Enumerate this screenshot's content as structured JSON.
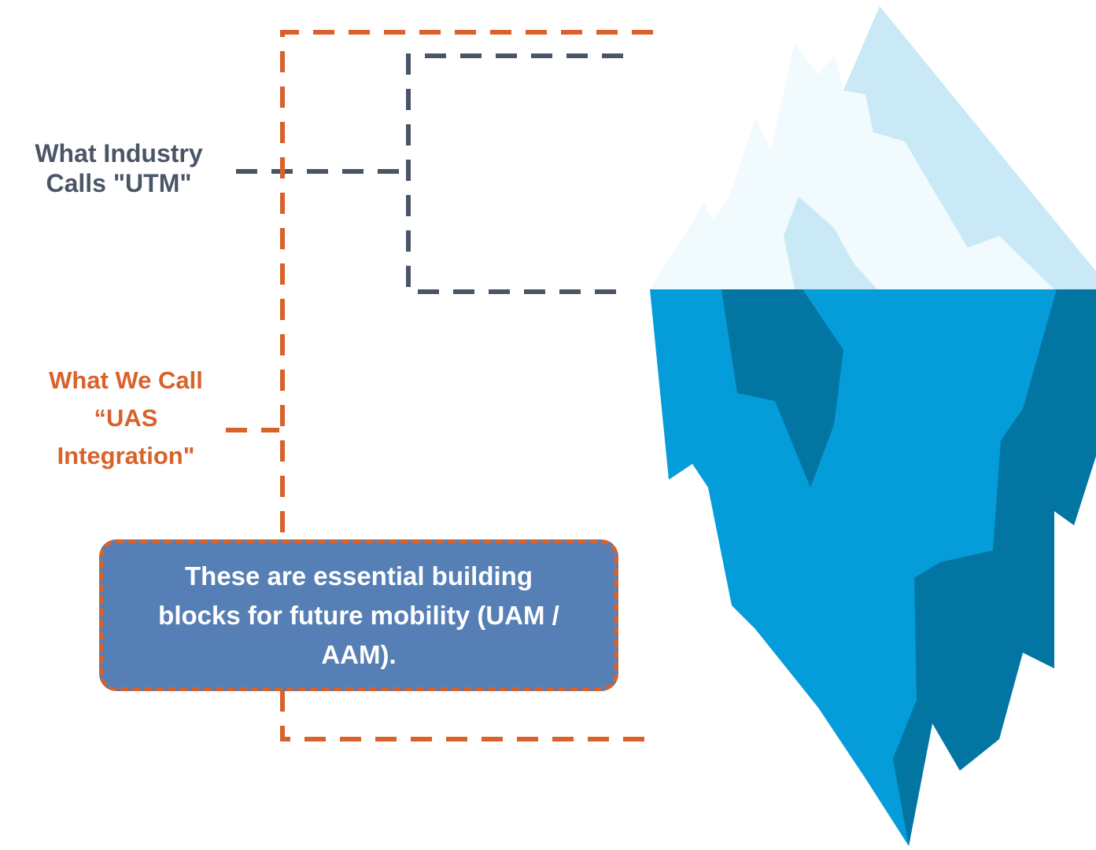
{
  "colors": {
    "orange_accent": "#D9622B",
    "slate_gray": "#4A5566",
    "note_fill": "#557FB5",
    "ice_white": "#F1FAFD",
    "ice_light": "#C8E9F5",
    "water_blue": "#049CD9",
    "water_dark": "#0375A3"
  },
  "labels": {
    "utm": "What Industry Calls \"UTM\"",
    "uas_integration": "What We Call “UAS Integration\""
  },
  "note": {
    "text": "These are essential building blocks for future mobility (UAM / AAM)."
  },
  "illustration": {
    "icon": "iceberg-icon"
  }
}
